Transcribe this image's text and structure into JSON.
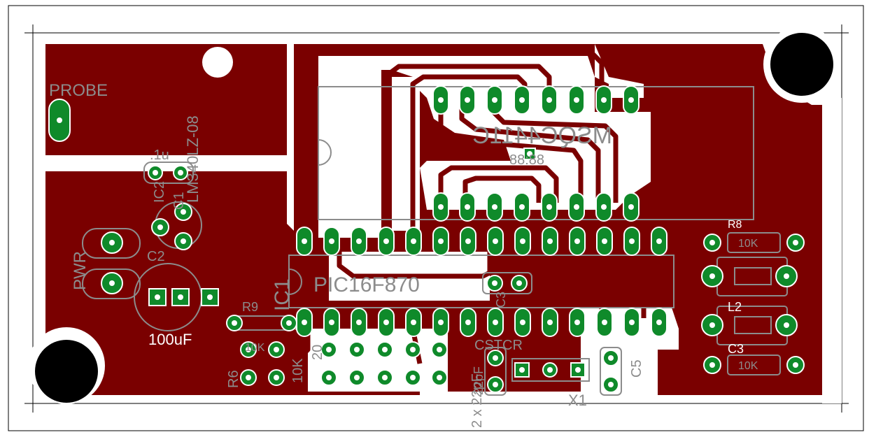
{
  "board": {
    "colors": {
      "copper": "#7a0000",
      "trace": "#7a0000",
      "pad": "#0f8a2a",
      "silkscreen": "#8c8c8c",
      "background": "#ffffff",
      "hole": "#000000"
    },
    "labels": {
      "probe": "PROBE",
      "pwr": "PWR",
      "ic_reg": "LM340LZ-08",
      "c_01u": ".1u",
      "ic2": "IC2",
      "c1": "C1",
      "c2": "C2",
      "c2_value": "100uF",
      "r9": "R9",
      "r6": "R6",
      "r6_value": "10K",
      "r_10k_mid": "10K",
      "r20": "20",
      "display": "MSQC4411C",
      "display_value": "88:88",
      "ic1": "IC1",
      "mcu": "PIC16F870",
      "c3": "C3",
      "crystal_cap": "22pF",
      "crystal_2x": "2 x 22pF",
      "x1": "X1",
      "x1_part": "CSTCR",
      "c5": "C5",
      "r8": "R8",
      "r8_value": "10K",
      "l2": "L2",
      "r_bottom_right_value": "10K",
      "r_bottom_right_name": "C3"
    }
  }
}
